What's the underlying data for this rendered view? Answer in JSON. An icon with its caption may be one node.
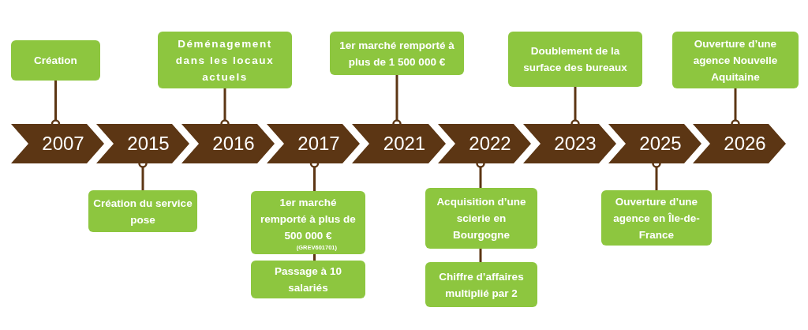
{
  "diagram": {
    "nodes": [
      {
        "text": [
          "2007"
        ]
      },
      {
        "text": [
          "2015"
        ]
      },
      {
        "text": [
          "2016"
        ]
      },
      {
        "text": [
          "2017"
        ]
      },
      {
        "text": [
          "2021"
        ]
      },
      {
        "text": [
          "2022"
        ]
      },
      {
        "text": [
          "2023"
        ]
      },
      {
        "text": [
          "2025"
        ]
      },
      {
        "text": [
          "2026"
        ]
      },
      {
        "text": [
          "Création"
        ]
      },
      {
        "text": [
          "Création du service pose"
        ]
      },
      {
        "text": [
          "Déménagement dans les locaux actuels"
        ]
      },
      {
        "text": [
          "1er marché remporté à plus de 500 000 €",
          "(GREV601701)"
        ]
      },
      {
        "text": [
          "Passage à 10 salariés"
        ]
      },
      {
        "text": [
          "1er marché remporté à plus de 1 500 000 €"
        ]
      },
      {
        "text": [
          "Acquisition d’une scierie en Bourgogne"
        ]
      },
      {
        "text": [
          "Chiffre d’affaires multiplié par 2"
        ]
      },
      {
        "text": [
          "Doublement de la surface des bureaux"
        ]
      },
      {
        "text": [
          "Ouverture d’une agence en Île-de-France"
        ]
      },
      {
        "text": [
          "Ouverture d’une agence Nouvelle Aquitaine"
        ]
      }
    ],
    "edges": [
      {
        "from": 9,
        "to": 0,
        "arrow": "other"
      },
      {
        "from": 10,
        "to": 1,
        "arrow": "other"
      },
      {
        "from": 11,
        "to": 2,
        "arrow": "other"
      },
      {
        "from": 12,
        "to": 3,
        "arrow": "other"
      },
      {
        "from": 12,
        "to": 13,
        "arrow": "none"
      },
      {
        "from": 14,
        "to": 4,
        "arrow": "other"
      },
      {
        "from": 15,
        "to": 5,
        "arrow": "other"
      },
      {
        "from": 15,
        "to": 16,
        "arrow": "none"
      },
      {
        "from": 17,
        "to": 6,
        "arrow": "other"
      },
      {
        "from": 18,
        "to": 7,
        "arrow": "other"
      },
      {
        "from": 19,
        "to": 8,
        "arrow": "other"
      }
    ]
  }
}
